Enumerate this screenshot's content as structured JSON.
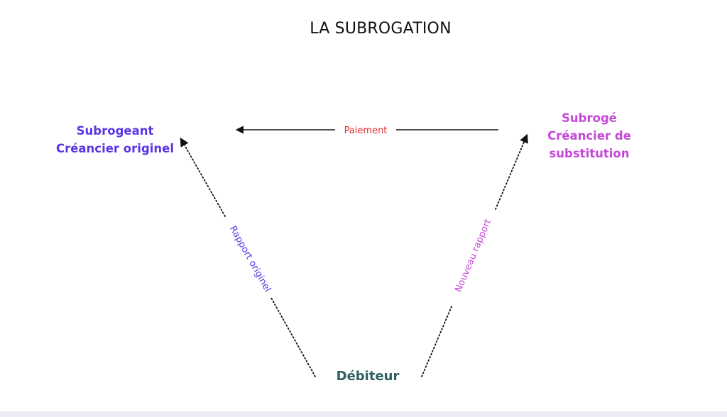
{
  "title": "LA SUBROGATION",
  "nodes": {
    "subrogeant": {
      "lines": [
        "Subrogeant",
        "Créancier originel"
      ],
      "color": "#5b34e6"
    },
    "subroge": {
      "lines": [
        "Subrogé",
        "Créancier de",
        "substitution"
      ],
      "color": "#c44ad6"
    },
    "debiteur": {
      "lines": [
        "Débiteur"
      ],
      "color": "#2e5e5e"
    }
  },
  "edges": {
    "paiement": {
      "label": "Paiement",
      "color": "#e02b2b",
      "style": "solid"
    },
    "rapport_originel": {
      "label": "Rapport originel",
      "color": "#5b34e6",
      "style": "dotted"
    },
    "nouveau_rapport": {
      "label": "Nouveau rapport",
      "color": "#c44ad6",
      "style": "dotted"
    }
  }
}
